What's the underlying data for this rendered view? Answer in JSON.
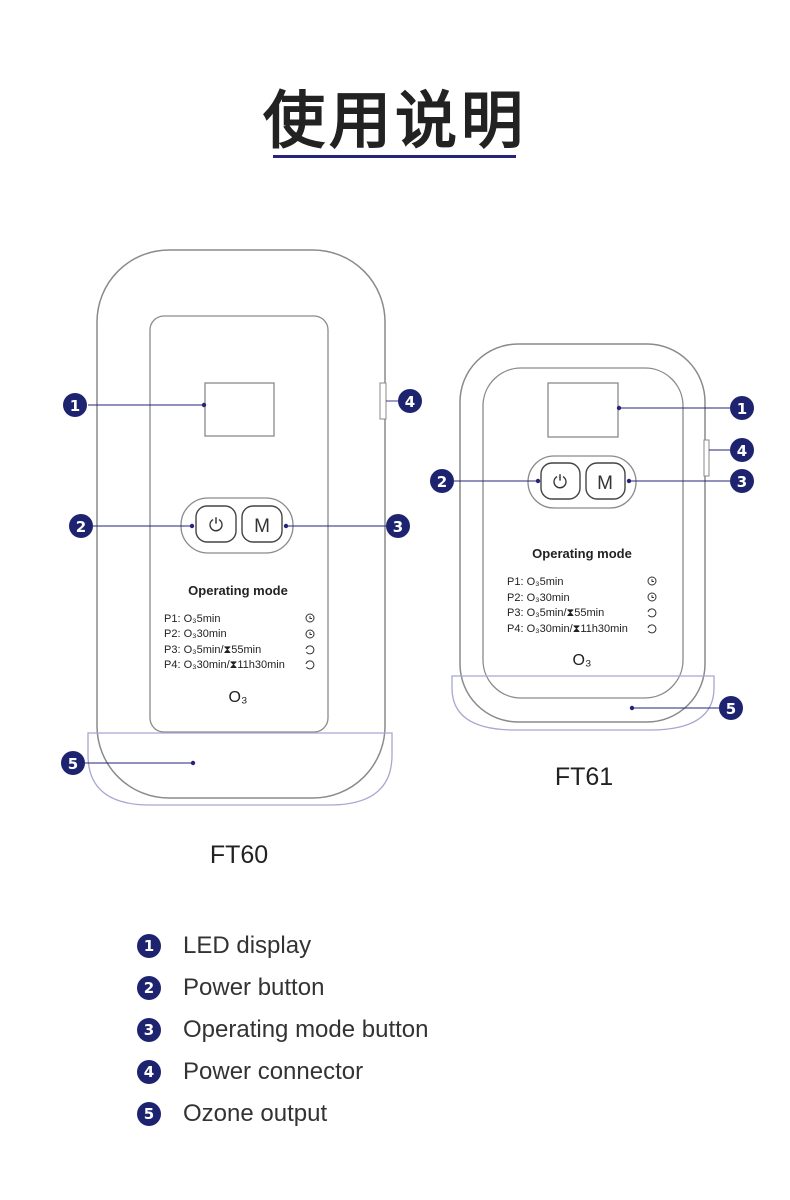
{
  "title": "使用说明",
  "accent_color": "#26237a",
  "badge_color": "#1e2370",
  "devices": [
    {
      "model": "FT60",
      "mode_title": "Operating mode",
      "modes": [
        {
          "label": "P1: O₃5min",
          "icon": "clock-icon"
        },
        {
          "label": "P2: O₃30min",
          "icon": "clock-icon"
        },
        {
          "label": "P3: O₃5min/⧗55min",
          "icon": "cycle-icon"
        },
        {
          "label": "P4: O₃30min/⧗11h30min",
          "icon": "cycle-icon"
        }
      ],
      "power_label": "⏻",
      "mode_button_label": "M",
      "ozone_symbol": "O₃"
    },
    {
      "model": "FT61",
      "mode_title": "Operating mode",
      "modes": [
        {
          "label": "P1: O₃5min",
          "icon": "clock-icon"
        },
        {
          "label": "P2: O₃30min",
          "icon": "clock-icon"
        },
        {
          "label": "P3: O₃5min/⧗55min",
          "icon": "cycle-icon"
        },
        {
          "label": "P4: O₃30min/⧗11h30min",
          "icon": "cycle-icon"
        }
      ],
      "power_label": "⏻",
      "mode_button_label": "M",
      "ozone_symbol": "O₃"
    }
  ],
  "callout_numbers": [
    "1",
    "2",
    "3",
    "4",
    "5"
  ],
  "legend": [
    {
      "number": "1",
      "text": "LED display"
    },
    {
      "number": "2",
      "text": "Power button"
    },
    {
      "number": "3",
      "text": "Operating mode button"
    },
    {
      "number": "4",
      "text": "Power connector"
    },
    {
      "number": "5",
      "text": "Ozone output"
    }
  ]
}
